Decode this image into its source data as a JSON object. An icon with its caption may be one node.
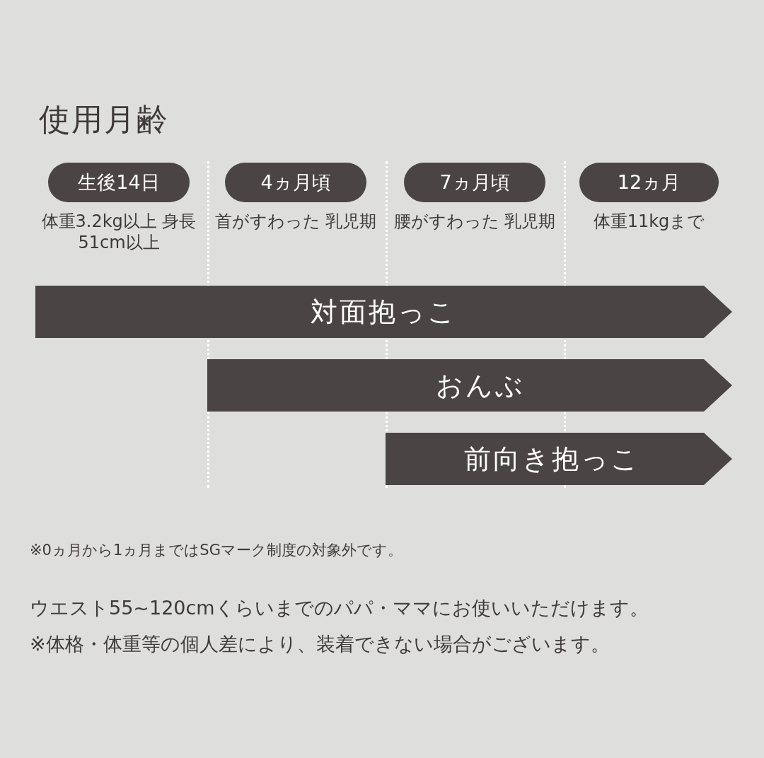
{
  "diagram": {
    "title": "使用月齢",
    "nodes": [
      {
        "text": [
          "生後14日"
        ],
        "beside": [
          "体重3.2kg以上 身長51cm以上"
        ]
      },
      {
        "text": [
          "4ヵ月頃"
        ],
        "beside": [
          "首がすわった 乳児期"
        ]
      },
      {
        "text": [
          "7ヵ月頃"
        ],
        "beside": [
          "腰がすわった 乳児期"
        ]
      },
      {
        "text": [
          "12ヵ月"
        ],
        "beside": [
          "体重11kgまで"
        ]
      },
      {
        "text": [
          "対面抱っこ"
        ]
      },
      {
        "text": [
          "おんぶ"
        ]
      },
      {
        "text": [
          "前向き抱っこ"
        ]
      }
    ],
    "labels": [
      "※0ヵ月から1ヵ月まではSGマーク制度の対象外です。",
      "ウエスト55~120cmくらいまでのパパ・ママにお使いいただけます。",
      "※体格・体重等の個人差により、装着できない場合がございます。"
    ]
  }
}
